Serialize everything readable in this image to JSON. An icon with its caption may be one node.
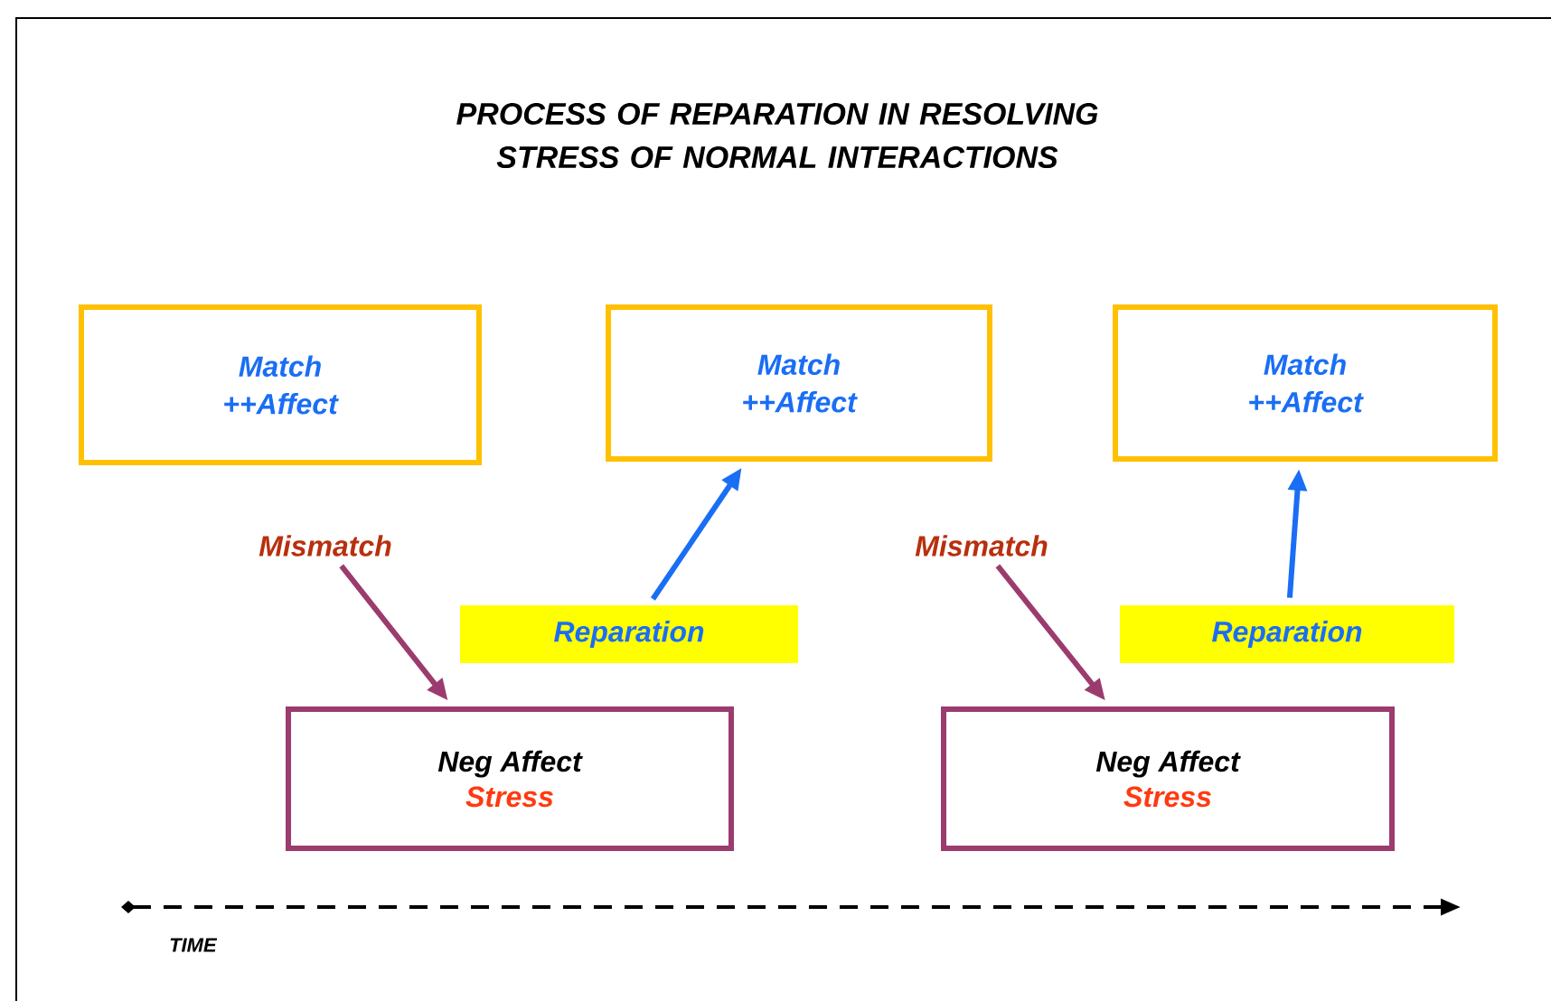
{
  "diagram": {
    "title": "PROCESS OF REPARATION IN RESOLVING STRESS OF NORMAL INTERACTIONS",
    "nodes": [
      {
        "text": [
          "Match",
          "++Affect"
        ]
      },
      {
        "text": [
          "Match",
          "++Affect"
        ]
      },
      {
        "text": [
          "Match",
          "++Affect"
        ]
      },
      {
        "text": [
          "Mismatch"
        ]
      },
      {
        "text": [
          "Reparation"
        ]
      },
      {
        "text": [
          "Mismatch"
        ]
      },
      {
        "text": [
          "Reparation"
        ]
      },
      {
        "text": [
          "Neg Affect",
          "Stress"
        ]
      },
      {
        "text": [
          "Neg Affect",
          "Stress"
        ]
      }
    ],
    "edges": [
      {
        "from": 3,
        "to": 7,
        "arrow": "to",
        "color": "#9b3b6e"
      },
      {
        "from": 4,
        "to": 1,
        "arrow": "to",
        "color": "#1a6ef5"
      },
      {
        "from": 5,
        "to": 8,
        "arrow": "to",
        "color": "#9b3b6e"
      },
      {
        "from": 6,
        "to": 2,
        "arrow": "to",
        "color": "#1a6ef5"
      }
    ],
    "labels": [
      "TIME"
    ]
  }
}
